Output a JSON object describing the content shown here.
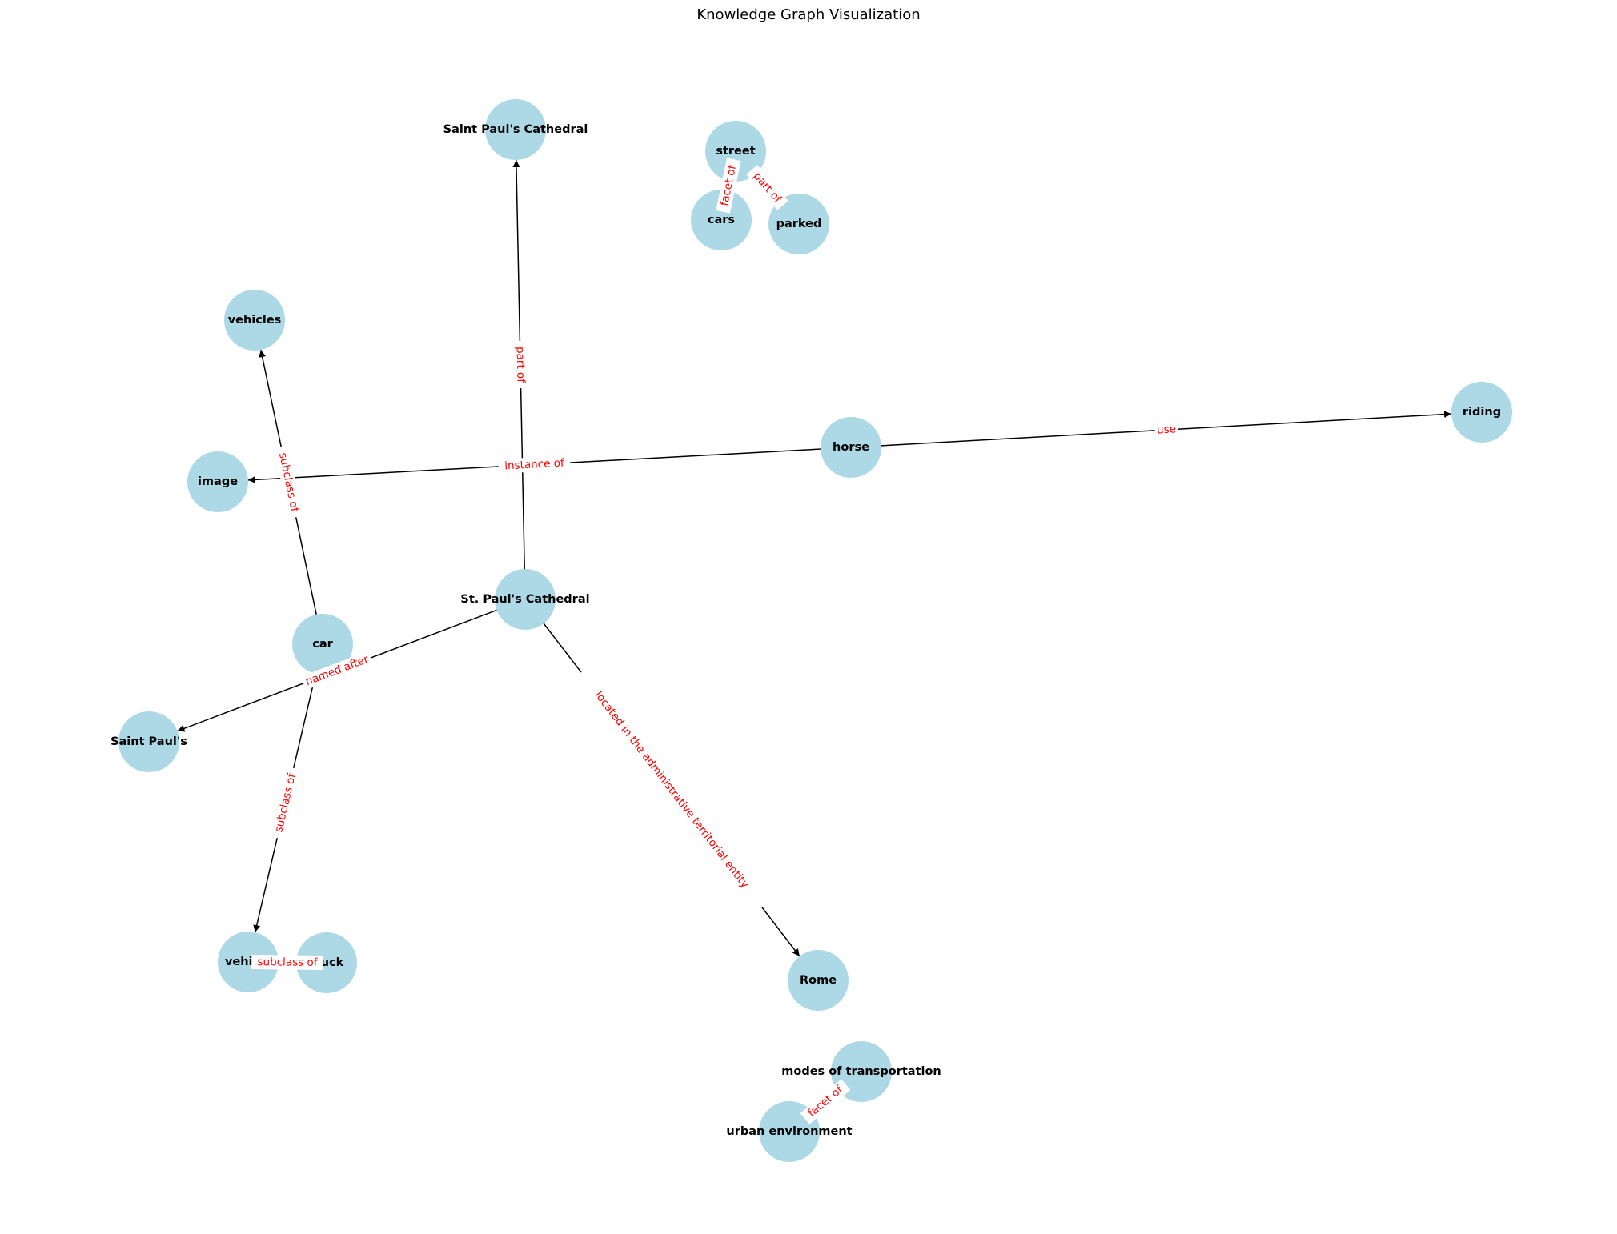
{
  "title": "Knowledge Graph Visualization",
  "colors": {
    "node": "#add8e6",
    "edge": "#000000",
    "edge_label": "#ff0000",
    "node_label": "#000000"
  },
  "nodes": [
    {
      "id": "saint-pauls-cathedral",
      "label": "Saint Paul's Cathedral"
    },
    {
      "id": "street",
      "label": "street"
    },
    {
      "id": "cars",
      "label": "cars"
    },
    {
      "id": "parked",
      "label": "parked"
    },
    {
      "id": "vehicles",
      "label": "vehicles"
    },
    {
      "id": "riding",
      "label": "riding"
    },
    {
      "id": "horse",
      "label": "horse"
    },
    {
      "id": "image",
      "label": "image"
    },
    {
      "id": "st-pauls-cathedral",
      "label": "St. Paul's Cathedral"
    },
    {
      "id": "car",
      "label": "car"
    },
    {
      "id": "saint-pauls",
      "label": "Saint Paul's"
    },
    {
      "id": "vehicle",
      "label": "vehicle"
    },
    {
      "id": "truck",
      "label": "truck"
    },
    {
      "id": "rome",
      "label": "Rome"
    },
    {
      "id": "modes-of-transportation",
      "label": "modes of transportation"
    },
    {
      "id": "urban-environment",
      "label": "urban environment"
    }
  ],
  "edges": [
    {
      "source": "st-pauls-cathedral",
      "target": "saint-pauls-cathedral",
      "label": "part of"
    },
    {
      "source": "st-pauls-cathedral",
      "target": "saint-pauls",
      "label": "named after"
    },
    {
      "source": "st-pauls-cathedral",
      "target": "rome",
      "label": "located in the administrative territorial entity"
    },
    {
      "source": "horse",
      "target": "image",
      "label": "instance of"
    },
    {
      "source": "horse",
      "target": "riding",
      "label": "use"
    },
    {
      "source": "car",
      "target": "vehicles",
      "label": "subclass of"
    },
    {
      "source": "car",
      "target": "vehicle",
      "label": "subclass of"
    },
    {
      "source": "truck",
      "target": "vehicle",
      "label": "subclass of"
    },
    {
      "source": "cars",
      "target": "street",
      "label": "facet of"
    },
    {
      "source": "parked",
      "target": "street",
      "label": "part of"
    },
    {
      "source": "urban-environment",
      "target": "modes-of-transportation",
      "label": "facet of"
    }
  ]
}
